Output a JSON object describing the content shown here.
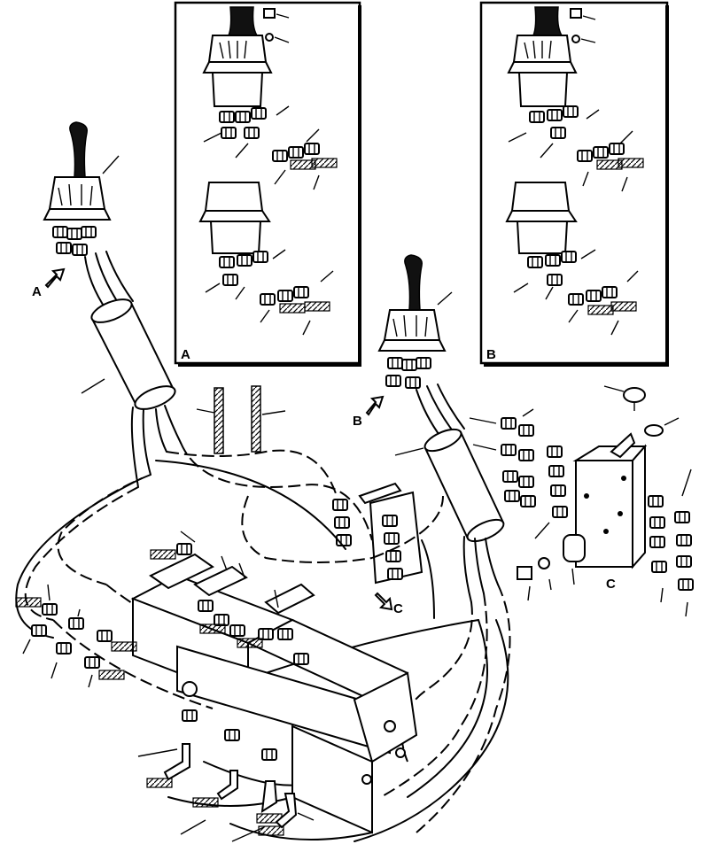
{
  "callouts": {
    "detail_a_label": "A",
    "detail_b_label": "B",
    "detail_c_label": "C",
    "view_a_pointer": "A",
    "view_b_pointer": "B",
    "view_c_pointer": "C",
    "block_c_label": "C"
  },
  "colors": {
    "ink": "#000000",
    "paper": "#ffffff"
  }
}
